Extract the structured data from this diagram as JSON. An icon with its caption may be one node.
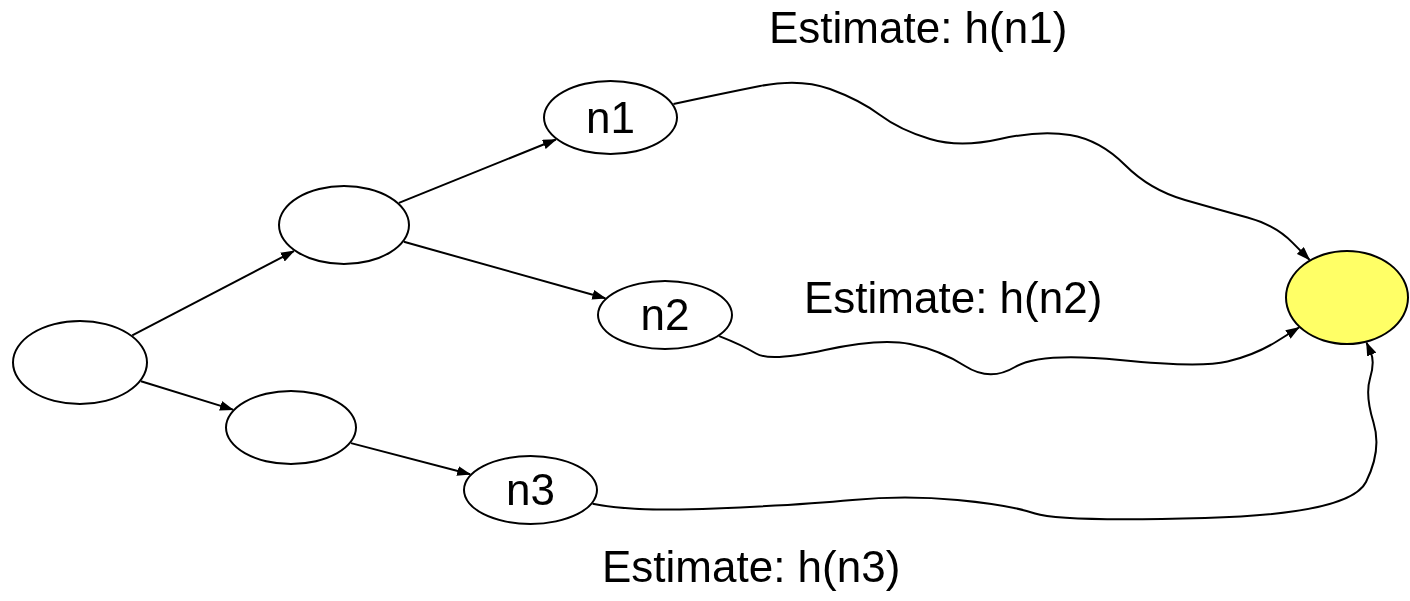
{
  "diagram": {
    "nodes": [
      {
        "text": [],
        "shape": "ellipse"
      },
      {
        "text": [],
        "shape": "ellipse"
      },
      {
        "text": [],
        "shape": "ellipse"
      },
      {
        "text": [
          "n1"
        ]
      },
      {
        "text": [
          "n2"
        ]
      },
      {
        "text": [
          "n3"
        ]
      },
      {
        "text": [],
        "shape": "ellipse"
      }
    ],
    "edges": [
      {
        "from": 0,
        "to": 1,
        "arrow": "to"
      },
      {
        "from": 0,
        "to": 2,
        "arrow": "to"
      },
      {
        "from": 1,
        "to": 3,
        "arrow": "to"
      },
      {
        "from": 1,
        "to": 4,
        "arrow": "to"
      },
      {
        "from": 2,
        "to": 5,
        "arrow": "to"
      },
      {
        "from": 3,
        "to": 6,
        "arrow": "to",
        "label": "Estimate: h(n1)"
      },
      {
        "from": 4,
        "to": 6,
        "arrow": "to",
        "label": "Estimate: h(n2)"
      },
      {
        "from": 5,
        "to": 6,
        "arrow": "to",
        "label": "Estimate: h(n3)"
      }
    ]
  }
}
